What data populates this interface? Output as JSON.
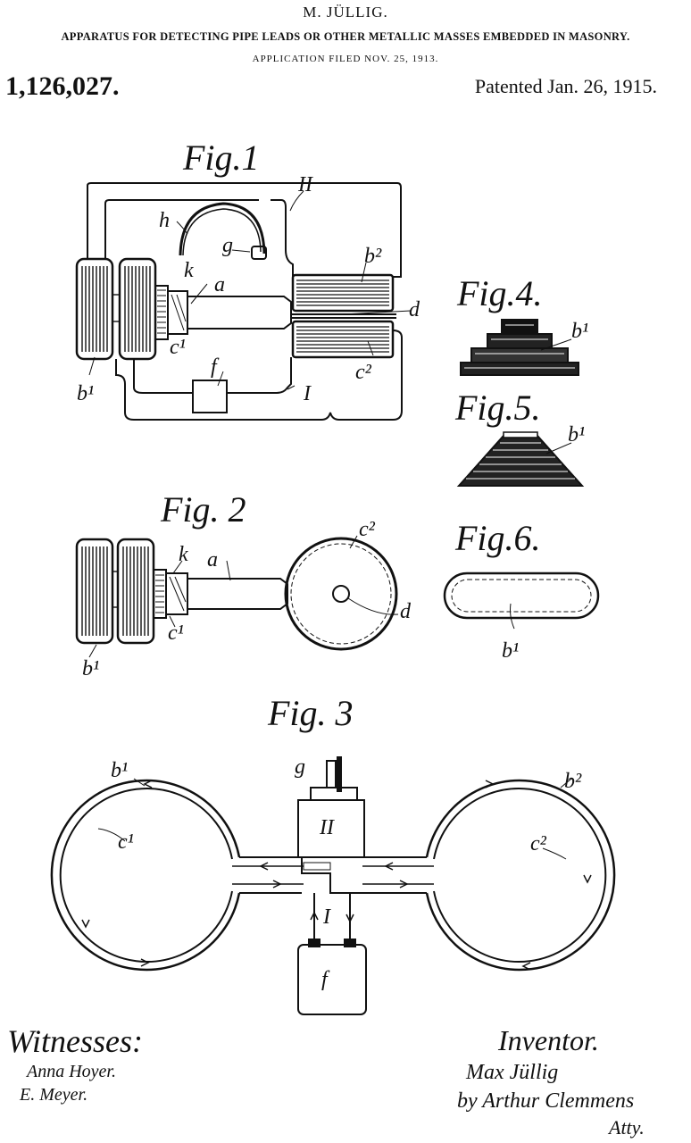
{
  "header": {
    "inventor": "M. JÜLLIG.",
    "title": "APPARATUS FOR DETECTING PIPE LEADS OR OTHER METALLIC MASSES EMBEDDED IN MASONRY.",
    "filed": "APPLICATION FILED NOV. 25, 1913.",
    "patent_number": "1,126,027.",
    "patented": "Patented Jan. 26, 1915."
  },
  "figures": {
    "fig1": "Fig.1",
    "fig2": "Fig. 2",
    "fig3": "Fig. 3",
    "fig4": "Fig.4.",
    "fig5": "Fig.5.",
    "fig6": "Fig.6."
  },
  "refs": {
    "h": "h",
    "g": "g",
    "II": "II",
    "I": "I",
    "k": "k",
    "a": "a",
    "b1": "b¹",
    "b2": "b²",
    "c1": "c¹",
    "c2": "c²",
    "d": "d",
    "f": "f"
  },
  "signatures": {
    "witnesses_label": "Witnesses:",
    "witness_1": "Anna Hoyer.",
    "witness_2": "E. Meyer.",
    "inventor_label": "Inventor.",
    "inventor_sig": "Max Jüllig",
    "by_line": "by Arthur Clemmens",
    "atty": "Atty."
  }
}
